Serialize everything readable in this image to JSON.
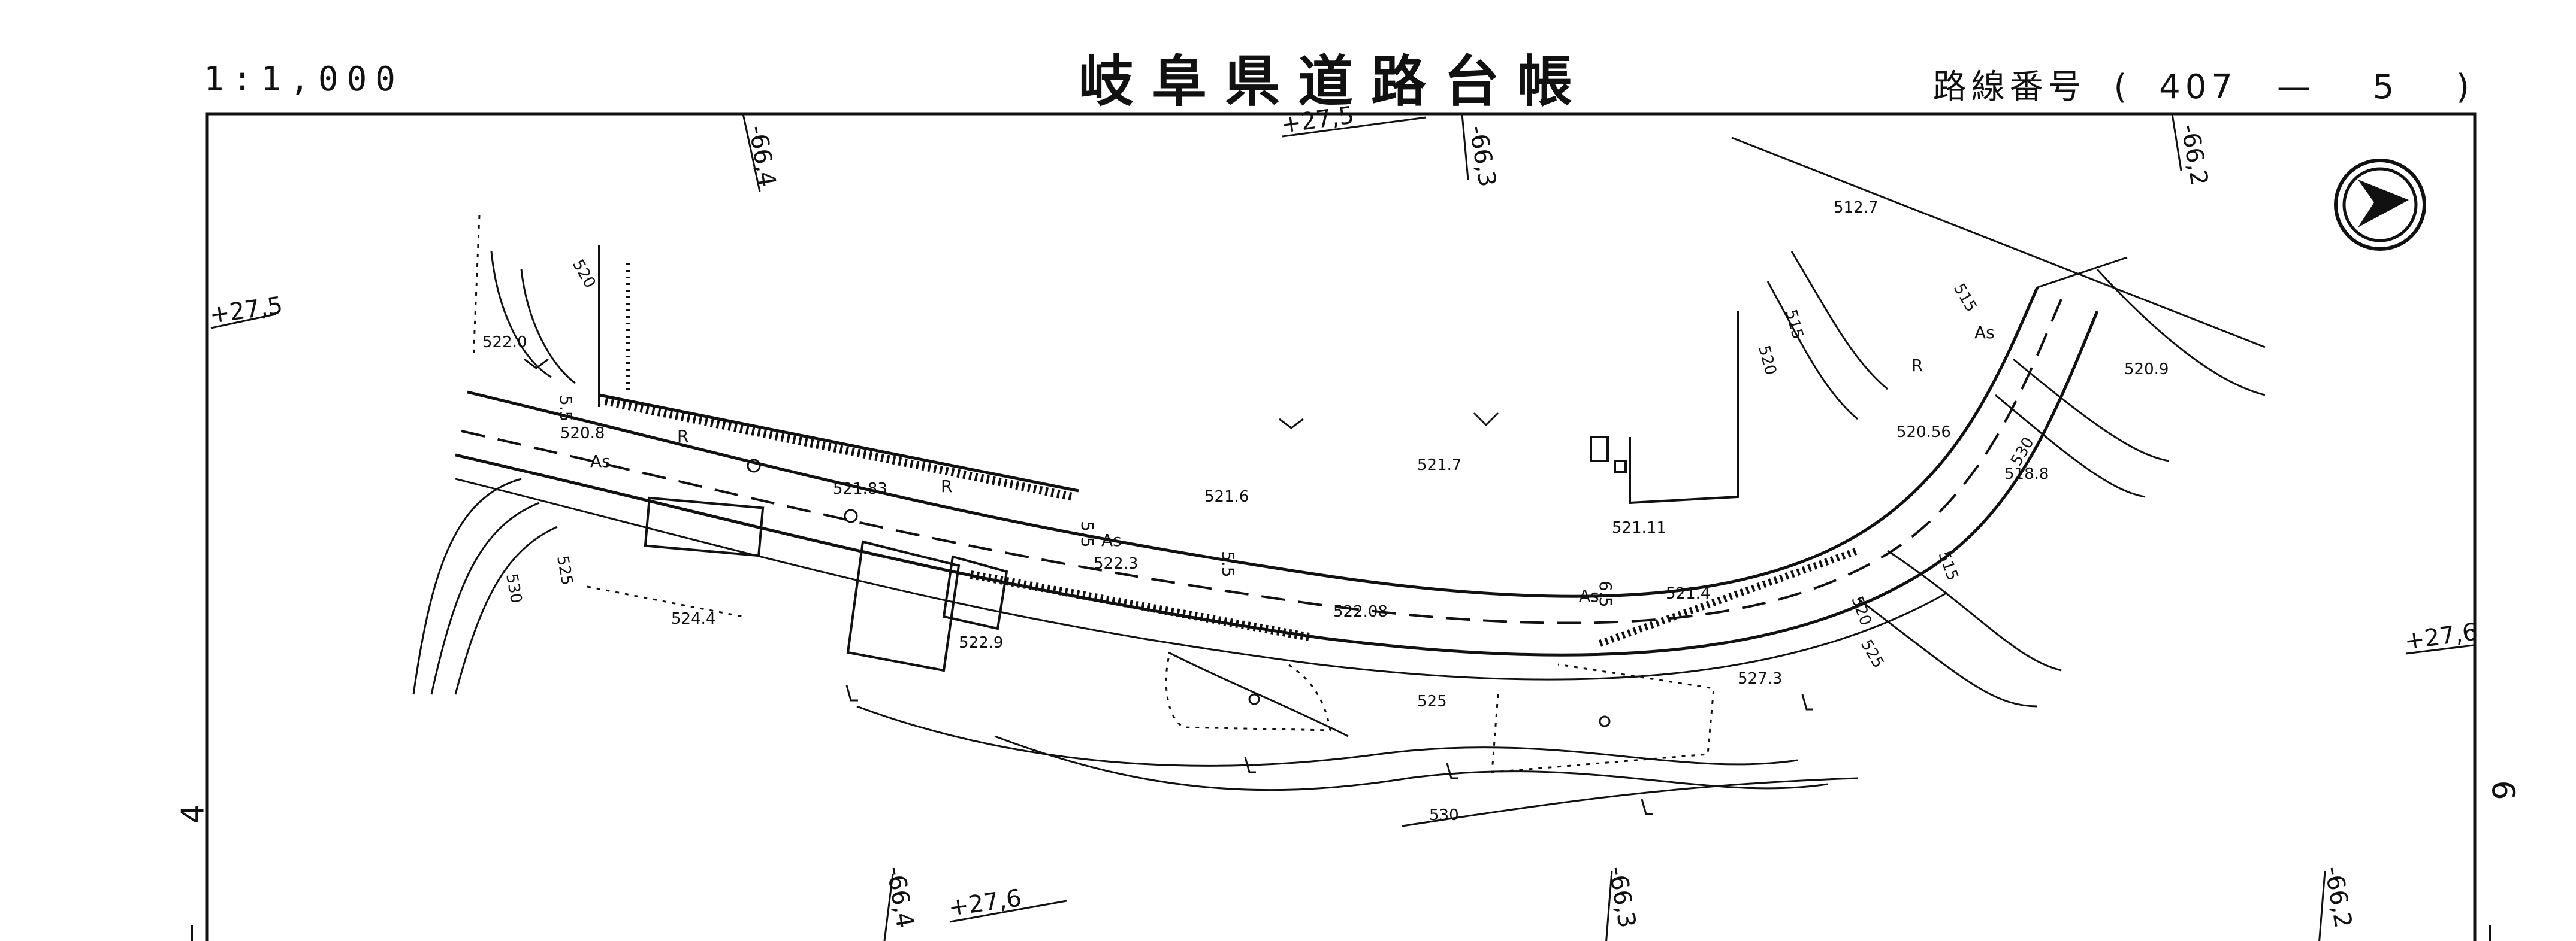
{
  "header": {
    "scale": "1:1,000",
    "title": "岐阜県道路台帳",
    "route_label": "路線番号",
    "route_open": "(",
    "route_number": "407",
    "route_dash": "—",
    "route_section": "5",
    "route_close": ")"
  },
  "margins": {
    "left_sheet": "4",
    "right_sheet": "6"
  },
  "grid": {
    "top_ticks": [
      "-66,4",
      "+27,5",
      "-66,3",
      "-66,2"
    ],
    "bottom_ticks": [
      "-66,4",
      "+27,6",
      "-66,3",
      "-66,2"
    ],
    "left_tick": "+27,5",
    "right_tick": "+27,6"
  },
  "spot_heights": [
    "522.0",
    "520.8",
    "521.83",
    "522.3",
    "521.6",
    "521.7",
    "512.7",
    "520.9",
    "520.56",
    "518.8",
    "521.11",
    "521.4",
    "522.08",
    "522.9",
    "524.4",
    "527.3"
  ],
  "contours": [
    "520",
    "525",
    "530",
    "530",
    "525",
    "520",
    "515",
    "520",
    "515",
    "525",
    "530",
    "515"
  ],
  "road_labels": {
    "surface": "As",
    "retaining": "R",
    "width": "5.5",
    "width_right": "6.5"
  },
  "icons": [
    "north-arrow-icon"
  ]
}
